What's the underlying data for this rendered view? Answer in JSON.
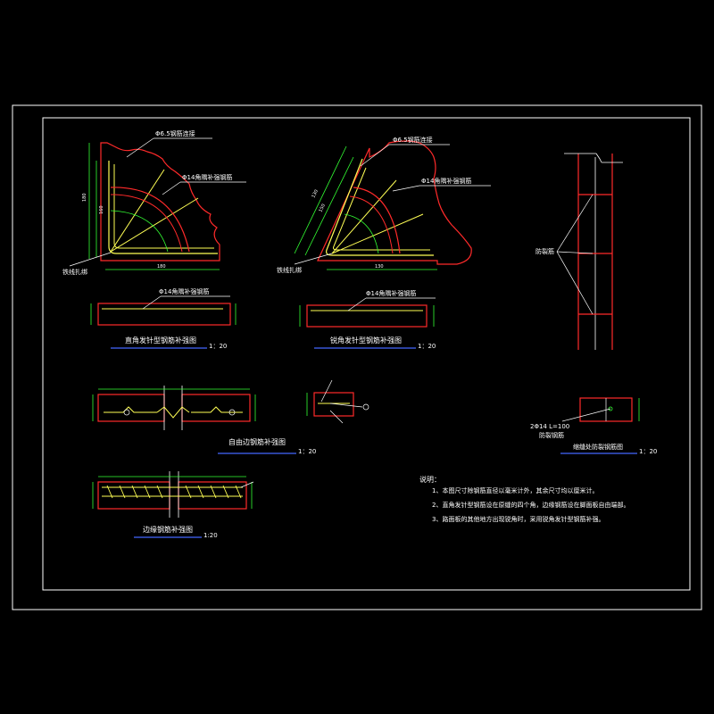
{
  "colors": {
    "background": "#000000",
    "frame": "#ffffff",
    "rebar_red": "#ff2a2a",
    "dim_green": "#33ff33",
    "rebar_yellow": "#ffff55",
    "text_white": "#ffffff",
    "title_underline": "#4466ff"
  },
  "right_angle": {
    "callout_top": "Φ6.5钢筋连接",
    "callout_side": "Φ14角隅补强钢筋",
    "callout_corner": "铁线扎绑",
    "dim_bottom": "180",
    "dim_left_outer": "180",
    "dim_left_inner": "160",
    "section_callout": "Φ14角隅补强钢筋",
    "title": "直角发针型钢筋补强图",
    "scale": "1：20"
  },
  "acute_angle": {
    "callout_top": "Φ6.5钢筋连接",
    "callout_side": "Φ14角隅补强钢筋",
    "callout_corner": "铁线扎绑",
    "dim_bottom": "130",
    "dim_left_outer": "130",
    "dim_left_inner": "150",
    "section_callout": "Φ14角隅补强钢筋",
    "title": "锐角发针型钢筋补强图",
    "scale": "1：20"
  },
  "joint": {
    "callout": "防裂筋",
    "bar_label": "2Φ14 L=100",
    "bar_label2": "防裂钢筋",
    "title": "缩缝处防裂钢筋图",
    "scale": "1：20"
  },
  "free_edge": {
    "title": "自由边钢筋补强图",
    "scale": "1：20"
  },
  "edge": {
    "title": "边缘钢筋补强图",
    "scale": "1:20"
  },
  "notes": {
    "heading": "说明：",
    "items": [
      "1、本图尺寸除钢筋直径以毫米计外，其余尺寸均以厘米计。",
      "2、直角发针型钢筋设在原缝的四个角，边缘钢筋设在脚面板自由端部。",
      "3、路面板的其他地方出现锐角时，采用锐角发针型钢筋补强。"
    ]
  }
}
